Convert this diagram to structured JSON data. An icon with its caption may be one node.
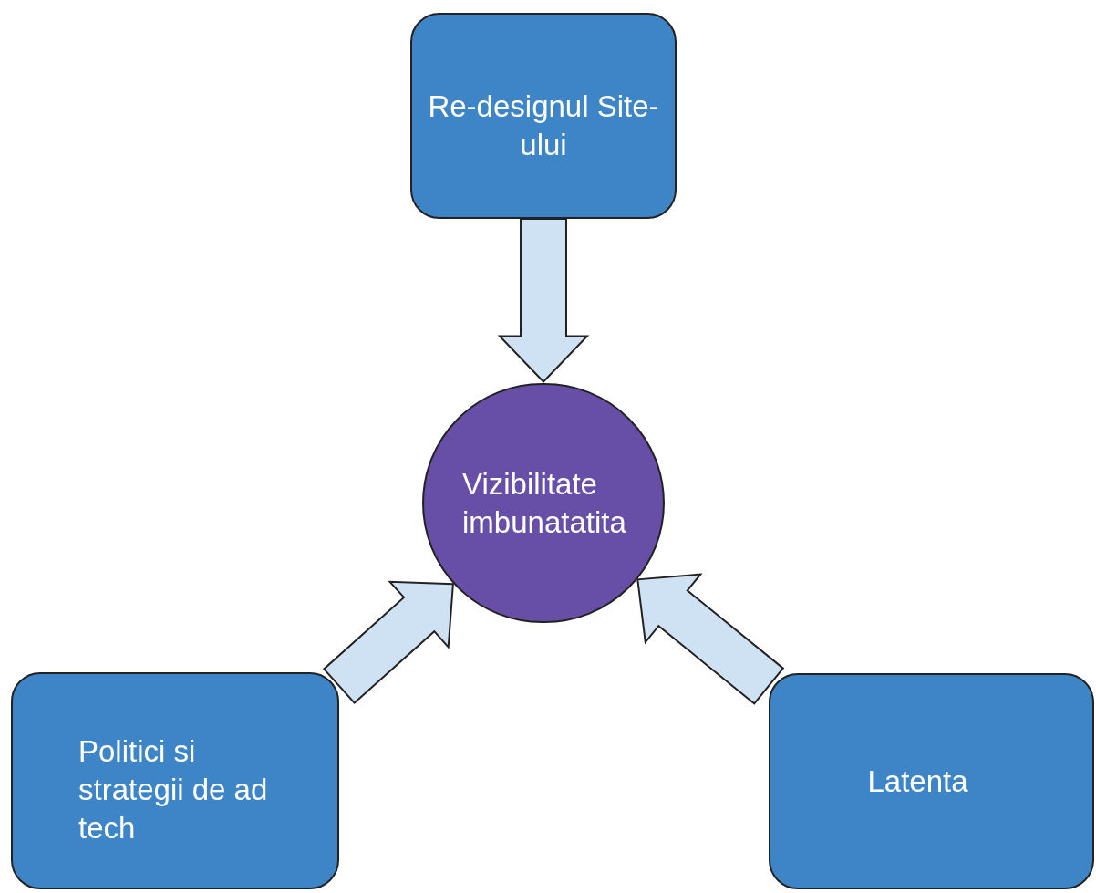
{
  "diagram": {
    "nodes": [
      {
        "text": [
          "Re-designul Site-ului"
        ]
      },
      {
        "text": [
          "Vizibilitate imbunatatita"
        ]
      },
      {
        "text": [
          "Politici si strategii de ad tech"
        ]
      },
      {
        "text": [
          "Latenta"
        ]
      }
    ],
    "edges": [
      {
        "from": 0,
        "to": 1,
        "arrow": "to"
      },
      {
        "from": 2,
        "to": 1,
        "arrow": "to"
      },
      {
        "from": 3,
        "to": 1,
        "arrow": "to"
      }
    ]
  }
}
